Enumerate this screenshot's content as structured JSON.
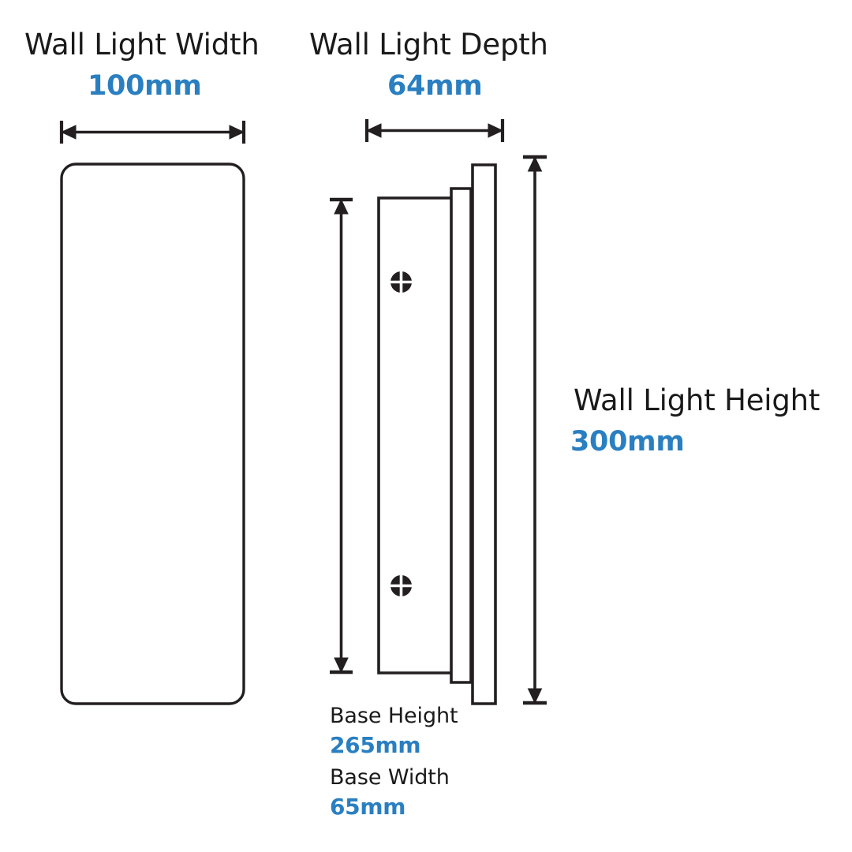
{
  "page": {
    "type": "technical-dimension-drawing",
    "subject": "Wall Light",
    "background_color": "#ffffff",
    "line_color": "#231f20",
    "accent_color": "#2a7fc1",
    "text_color": "#1a1a1a"
  },
  "dimensions": {
    "width": {
      "title": "Wall Light Width",
      "value": "100mm",
      "number": 100,
      "unit": "mm",
      "orientation": "horizontal"
    },
    "depth": {
      "title": "Wall Light Depth",
      "value": "64mm",
      "number": 64,
      "unit": "mm",
      "orientation": "horizontal"
    },
    "height": {
      "title": "Wall Light Height",
      "value": "300mm",
      "number": 300,
      "unit": "mm",
      "orientation": "vertical"
    },
    "base_height": {
      "title": "Base Height",
      "value": "265mm",
      "number": 265,
      "unit": "mm",
      "orientation": "vertical"
    },
    "base_width": {
      "title": "Base Width",
      "value": "65mm",
      "number": 65,
      "unit": "mm",
      "orientation": "horizontal"
    }
  },
  "views": {
    "front": {
      "name": "front-view",
      "shape": "rounded-rectangle",
      "corner_radius": 18
    },
    "side": {
      "name": "side-view",
      "shape": "stepped-profile",
      "fixings": 2,
      "fixing_icon": "screw-head-icon"
    }
  }
}
